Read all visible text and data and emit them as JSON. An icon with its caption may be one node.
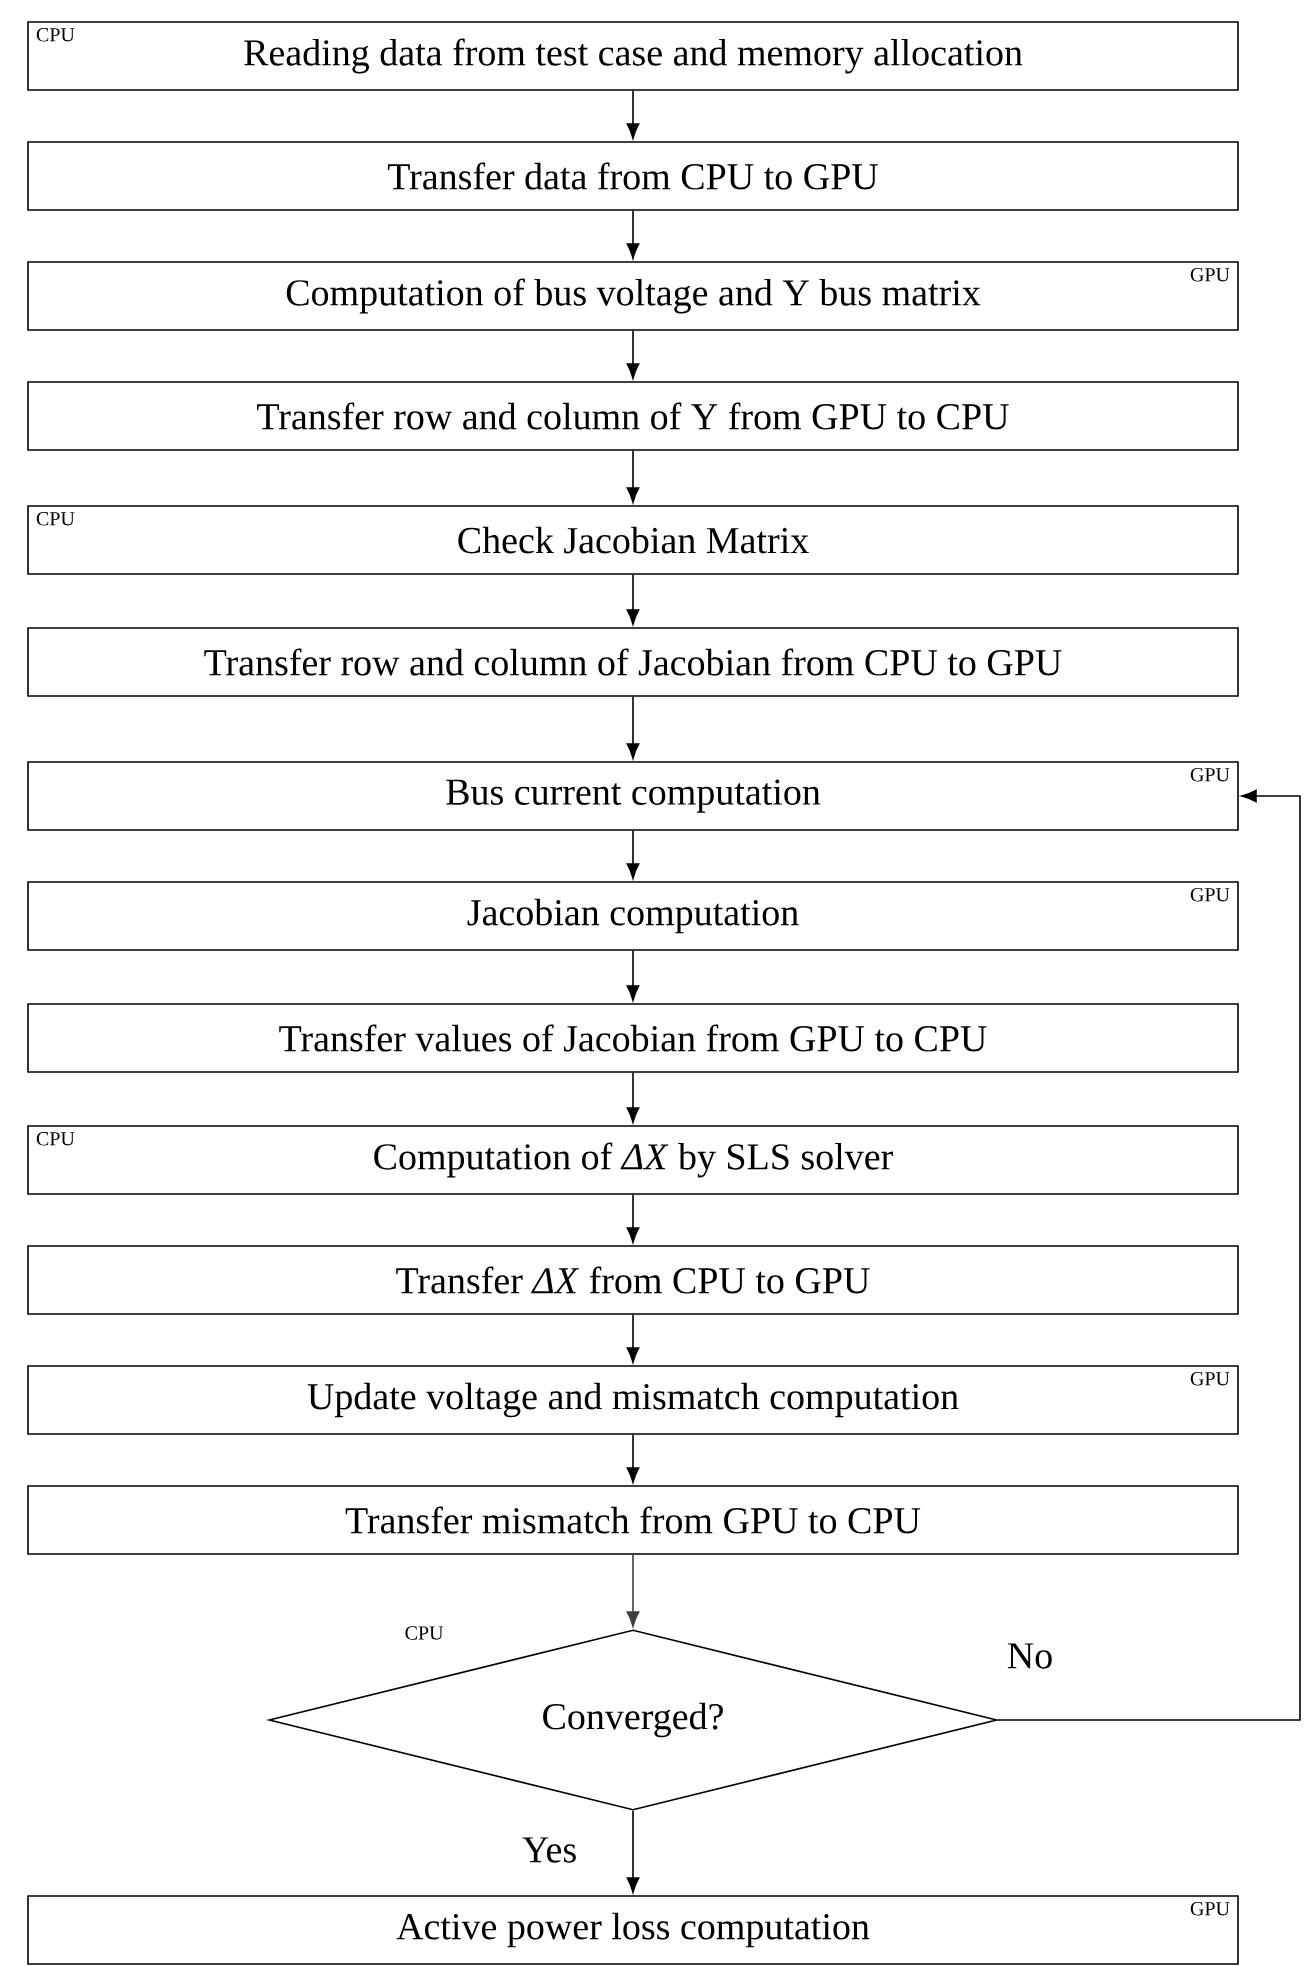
{
  "diagram": {
    "nodes": [
      {
        "text": [
          "Reading data from test case and memory allocation",
          "CPU"
        ]
      },
      {
        "text": [
          "Transfer data from CPU to GPU"
        ]
      },
      {
        "text": [
          "Computation of bus voltage and Y bus matrix",
          "GPU"
        ]
      },
      {
        "text": [
          "Transfer row and column of Y from GPU to CPU"
        ]
      },
      {
        "text": [
          "Check Jacobian Matrix",
          "CPU"
        ]
      },
      {
        "text": [
          "Transfer row and column of Jacobian from CPU to GPU"
        ]
      },
      {
        "text": [
          "Bus current computation",
          "GPU"
        ]
      },
      {
        "text": [
          "Jacobian computation",
          "GPU"
        ]
      },
      {
        "text": [
          "Transfer values of Jacobian from GPU to CPU"
        ]
      },
      {
        "text": [
          "Computation of *ΔX* by SLS solver",
          "CPU"
        ]
      },
      {
        "text": [
          "Transfer *ΔX* from CPU to GPU"
        ]
      },
      {
        "text": [
          "Update voltage and mismatch computation",
          "GPU"
        ]
      },
      {
        "text": [
          "Transfer mismatch from GPU to CPU"
        ]
      },
      {
        "text": [
          "Converged?"
        ],
        "beside": [
          "CPU"
        ]
      },
      {
        "text": [
          "Active power loss computation",
          "GPU"
        ]
      }
    ],
    "edges": [
      {
        "from": 0,
        "to": 1,
        "arrow": "to"
      },
      {
        "from": 1,
        "to": 2,
        "arrow": "to"
      },
      {
        "from": 2,
        "to": 3,
        "arrow": "to"
      },
      {
        "from": 3,
        "to": 4,
        "arrow": "to"
      },
      {
        "from": 4,
        "to": 5,
        "arrow": "to"
      },
      {
        "from": 5,
        "to": 6,
        "arrow": "to"
      },
      {
        "from": 6,
        "to": 7,
        "arrow": "to"
      },
      {
        "from": 7,
        "to": 8,
        "arrow": "to"
      },
      {
        "from": 8,
        "to": 9,
        "arrow": "to"
      },
      {
        "from": 9,
        "to": 10,
        "arrow": "to"
      },
      {
        "from": 10,
        "to": 11,
        "arrow": "to"
      },
      {
        "from": 11,
        "to": 12,
        "arrow": "to"
      },
      {
        "from": 12,
        "to": 13,
        "arrow": "to",
        "color": "#404040"
      },
      {
        "from": 13,
        "to": 14,
        "label": "Yes",
        "arrow": "to"
      },
      {
        "from": 13,
        "to": 6,
        "label": "No",
        "arrow": "to"
      }
    ]
  }
}
